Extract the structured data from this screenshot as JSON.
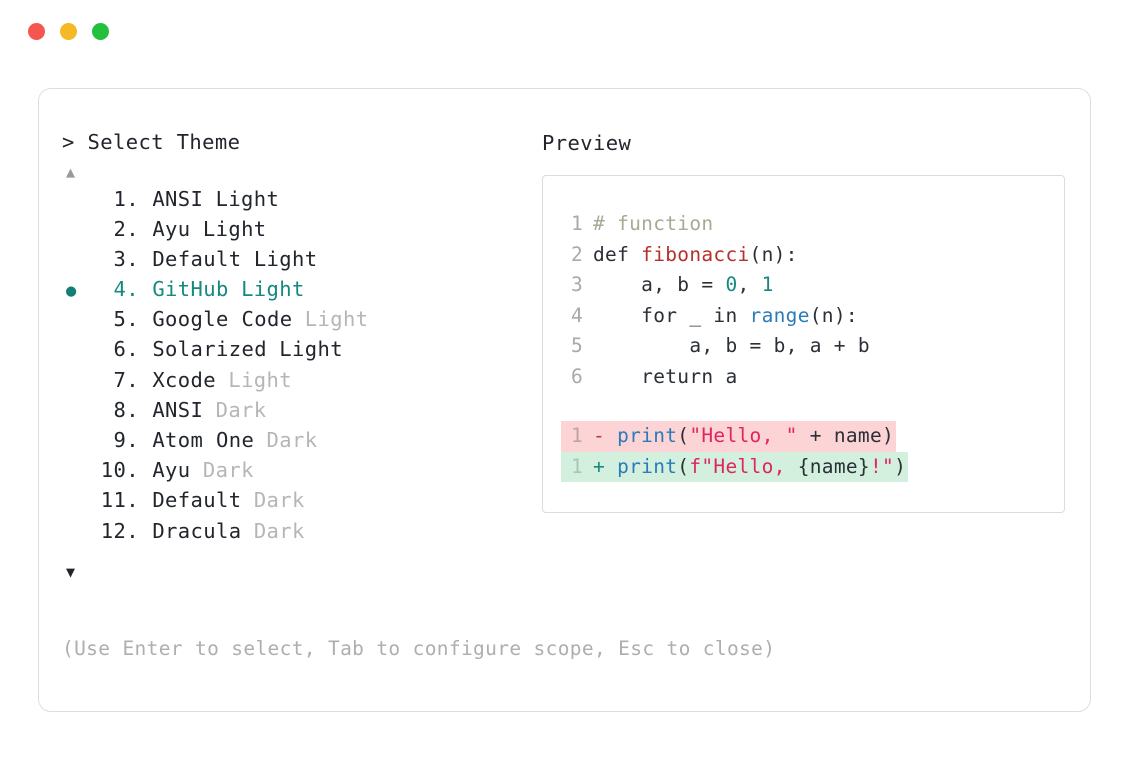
{
  "window": {
    "controls": [
      {
        "name": "close-button",
        "color": "#f5564f"
      },
      {
        "name": "minimize-button",
        "color": "#f5b925"
      },
      {
        "name": "maximize-button",
        "color": "#22c03c"
      }
    ]
  },
  "selector": {
    "prompt": "> Select Theme",
    "scroll_up_glyph": "▲",
    "scroll_down_glyph": "▼",
    "selected_index": 4,
    "selected_bullet": "●",
    "items": [
      {
        "number": "1.",
        "name": "ANSI",
        "variant": "Light",
        "variant_muted": false,
        "selected": false
      },
      {
        "number": "2.",
        "name": "Ayu",
        "variant": "Light",
        "variant_muted": false,
        "selected": false
      },
      {
        "number": "3.",
        "name": "Default",
        "variant": "Light",
        "variant_muted": false,
        "selected": false
      },
      {
        "number": "4.",
        "name": "GitHub",
        "variant": "Light",
        "variant_muted": false,
        "selected": true
      },
      {
        "number": "5.",
        "name": "Google Code",
        "variant": "Light",
        "variant_muted": true,
        "selected": false
      },
      {
        "number": "6.",
        "name": "Solarized",
        "variant": "Light",
        "variant_muted": false,
        "selected": false
      },
      {
        "number": "7.",
        "name": "Xcode",
        "variant": "Light",
        "variant_muted": true,
        "selected": false
      },
      {
        "number": "8.",
        "name": "ANSI",
        "variant": "Dark",
        "variant_muted": true,
        "selected": false
      },
      {
        "number": "9.",
        "name": "Atom One",
        "variant": "Dark",
        "variant_muted": true,
        "selected": false
      },
      {
        "number": "10.",
        "name": "Ayu",
        "variant": "Dark",
        "variant_muted": true,
        "selected": false
      },
      {
        "number": "11.",
        "name": "Default",
        "variant": "Dark",
        "variant_muted": true,
        "selected": false
      },
      {
        "number": "12.",
        "name": "Dracula",
        "variant": "Dark",
        "variant_muted": true,
        "selected": false
      }
    ],
    "hint": "(Use Enter to select, Tab to configure scope, Esc to close)"
  },
  "preview": {
    "label": "Preview",
    "code_lines": [
      {
        "no": "1",
        "tokens": [
          {
            "t": "# function",
            "c": "comment"
          }
        ]
      },
      {
        "no": "2",
        "tokens": [
          {
            "t": "def ",
            "c": "plain"
          },
          {
            "t": "fibonacci",
            "c": "func"
          },
          {
            "t": "(n):",
            "c": "plain"
          }
        ]
      },
      {
        "no": "3",
        "tokens": [
          {
            "t": "    a, b = ",
            "c": "plain"
          },
          {
            "t": "0",
            "c": "num"
          },
          {
            "t": ", ",
            "c": "plain"
          },
          {
            "t": "1",
            "c": "num"
          }
        ]
      },
      {
        "no": "4",
        "tokens": [
          {
            "t": "    for _ in ",
            "c": "plain"
          },
          {
            "t": "range",
            "c": "builtin"
          },
          {
            "t": "(n):",
            "c": "plain"
          }
        ]
      },
      {
        "no": "5",
        "tokens": [
          {
            "t": "        a, b = b, a + b",
            "c": "plain"
          }
        ]
      },
      {
        "no": "6",
        "tokens": [
          {
            "t": "    return a",
            "c": "plain"
          }
        ]
      }
    ],
    "diff_lines": [
      {
        "no": "1",
        "kind": "removed",
        "sign": "-",
        "bg": "#fcd4d6",
        "tokens": [
          {
            "t": "print",
            "c": "builtin"
          },
          {
            "t": "(",
            "c": "plain"
          },
          {
            "t": "\"Hello, \"",
            "c": "string"
          },
          {
            "t": " + name)",
            "c": "plain"
          }
        ]
      },
      {
        "no": "1",
        "kind": "added",
        "sign": "+",
        "bg": "#d3f0de",
        "tokens": [
          {
            "t": "print",
            "c": "builtin"
          },
          {
            "t": "(",
            "c": "plain"
          },
          {
            "t": "f\"Hello, ",
            "c": "string"
          },
          {
            "t": "{name}",
            "c": "plain"
          },
          {
            "t": "!\"",
            "c": "string"
          },
          {
            "t": ")",
            "c": "plain"
          }
        ]
      }
    ]
  },
  "theme_colors": {
    "accent_teal": "#16897f",
    "muted_gray": "#b6b6b6",
    "text": "#22262c",
    "comment": "#a9a996",
    "function_red": "#b5302a",
    "string_red": "#e0245e",
    "builtin_blue": "#2b7bb9",
    "diff_removed_bg": "#fcd4d6",
    "diff_added_bg": "#d3f0de",
    "card_border": "#dededf"
  }
}
